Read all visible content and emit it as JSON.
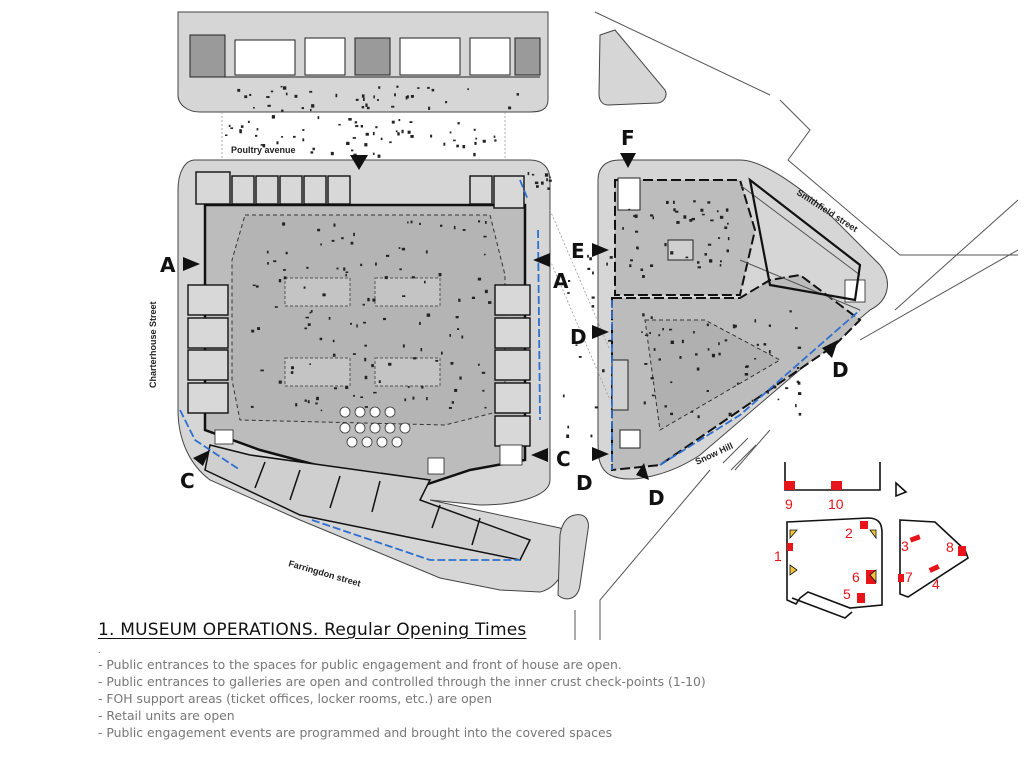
{
  "streets": {
    "poultry_avenue": "Poultry avenue",
    "charterhouse_street": "Charterhouse Street",
    "smithfield_street": "Smithfield street",
    "snow_hill": "Snow Hill",
    "farringdon_street": "Farringdon street"
  },
  "entrances": [
    "A",
    "A",
    "C",
    "C",
    "D",
    "D",
    "D",
    "D",
    "E",
    "F"
  ],
  "checkpoints": [
    "1",
    "2",
    "3",
    "4",
    "5",
    "6",
    "7",
    "8",
    "9",
    "10"
  ],
  "legend": {
    "title": "1. MUSEUM OPERATIONS. Regular Opening Times",
    "marker": ".",
    "items": [
      "- Public entrances to the spaces for public engagement and front of house are open.",
      "- Public entrances to galleries are open and controlled through the inner crust check-points (1-10)",
      "- FOH support areas (ticket offices, locker rooms, etc.) are open",
      "- Retail units are open",
      "- Public engagement events are programmed and brought into the covered spaces"
    ]
  },
  "colors": {
    "pavement": "#d6d6d6",
    "floor": "#bcbcbc",
    "wall": "#111111",
    "glazing": "#2f6fd0",
    "checkpoint": "#e8141b",
    "door": "#f2c53d"
  }
}
